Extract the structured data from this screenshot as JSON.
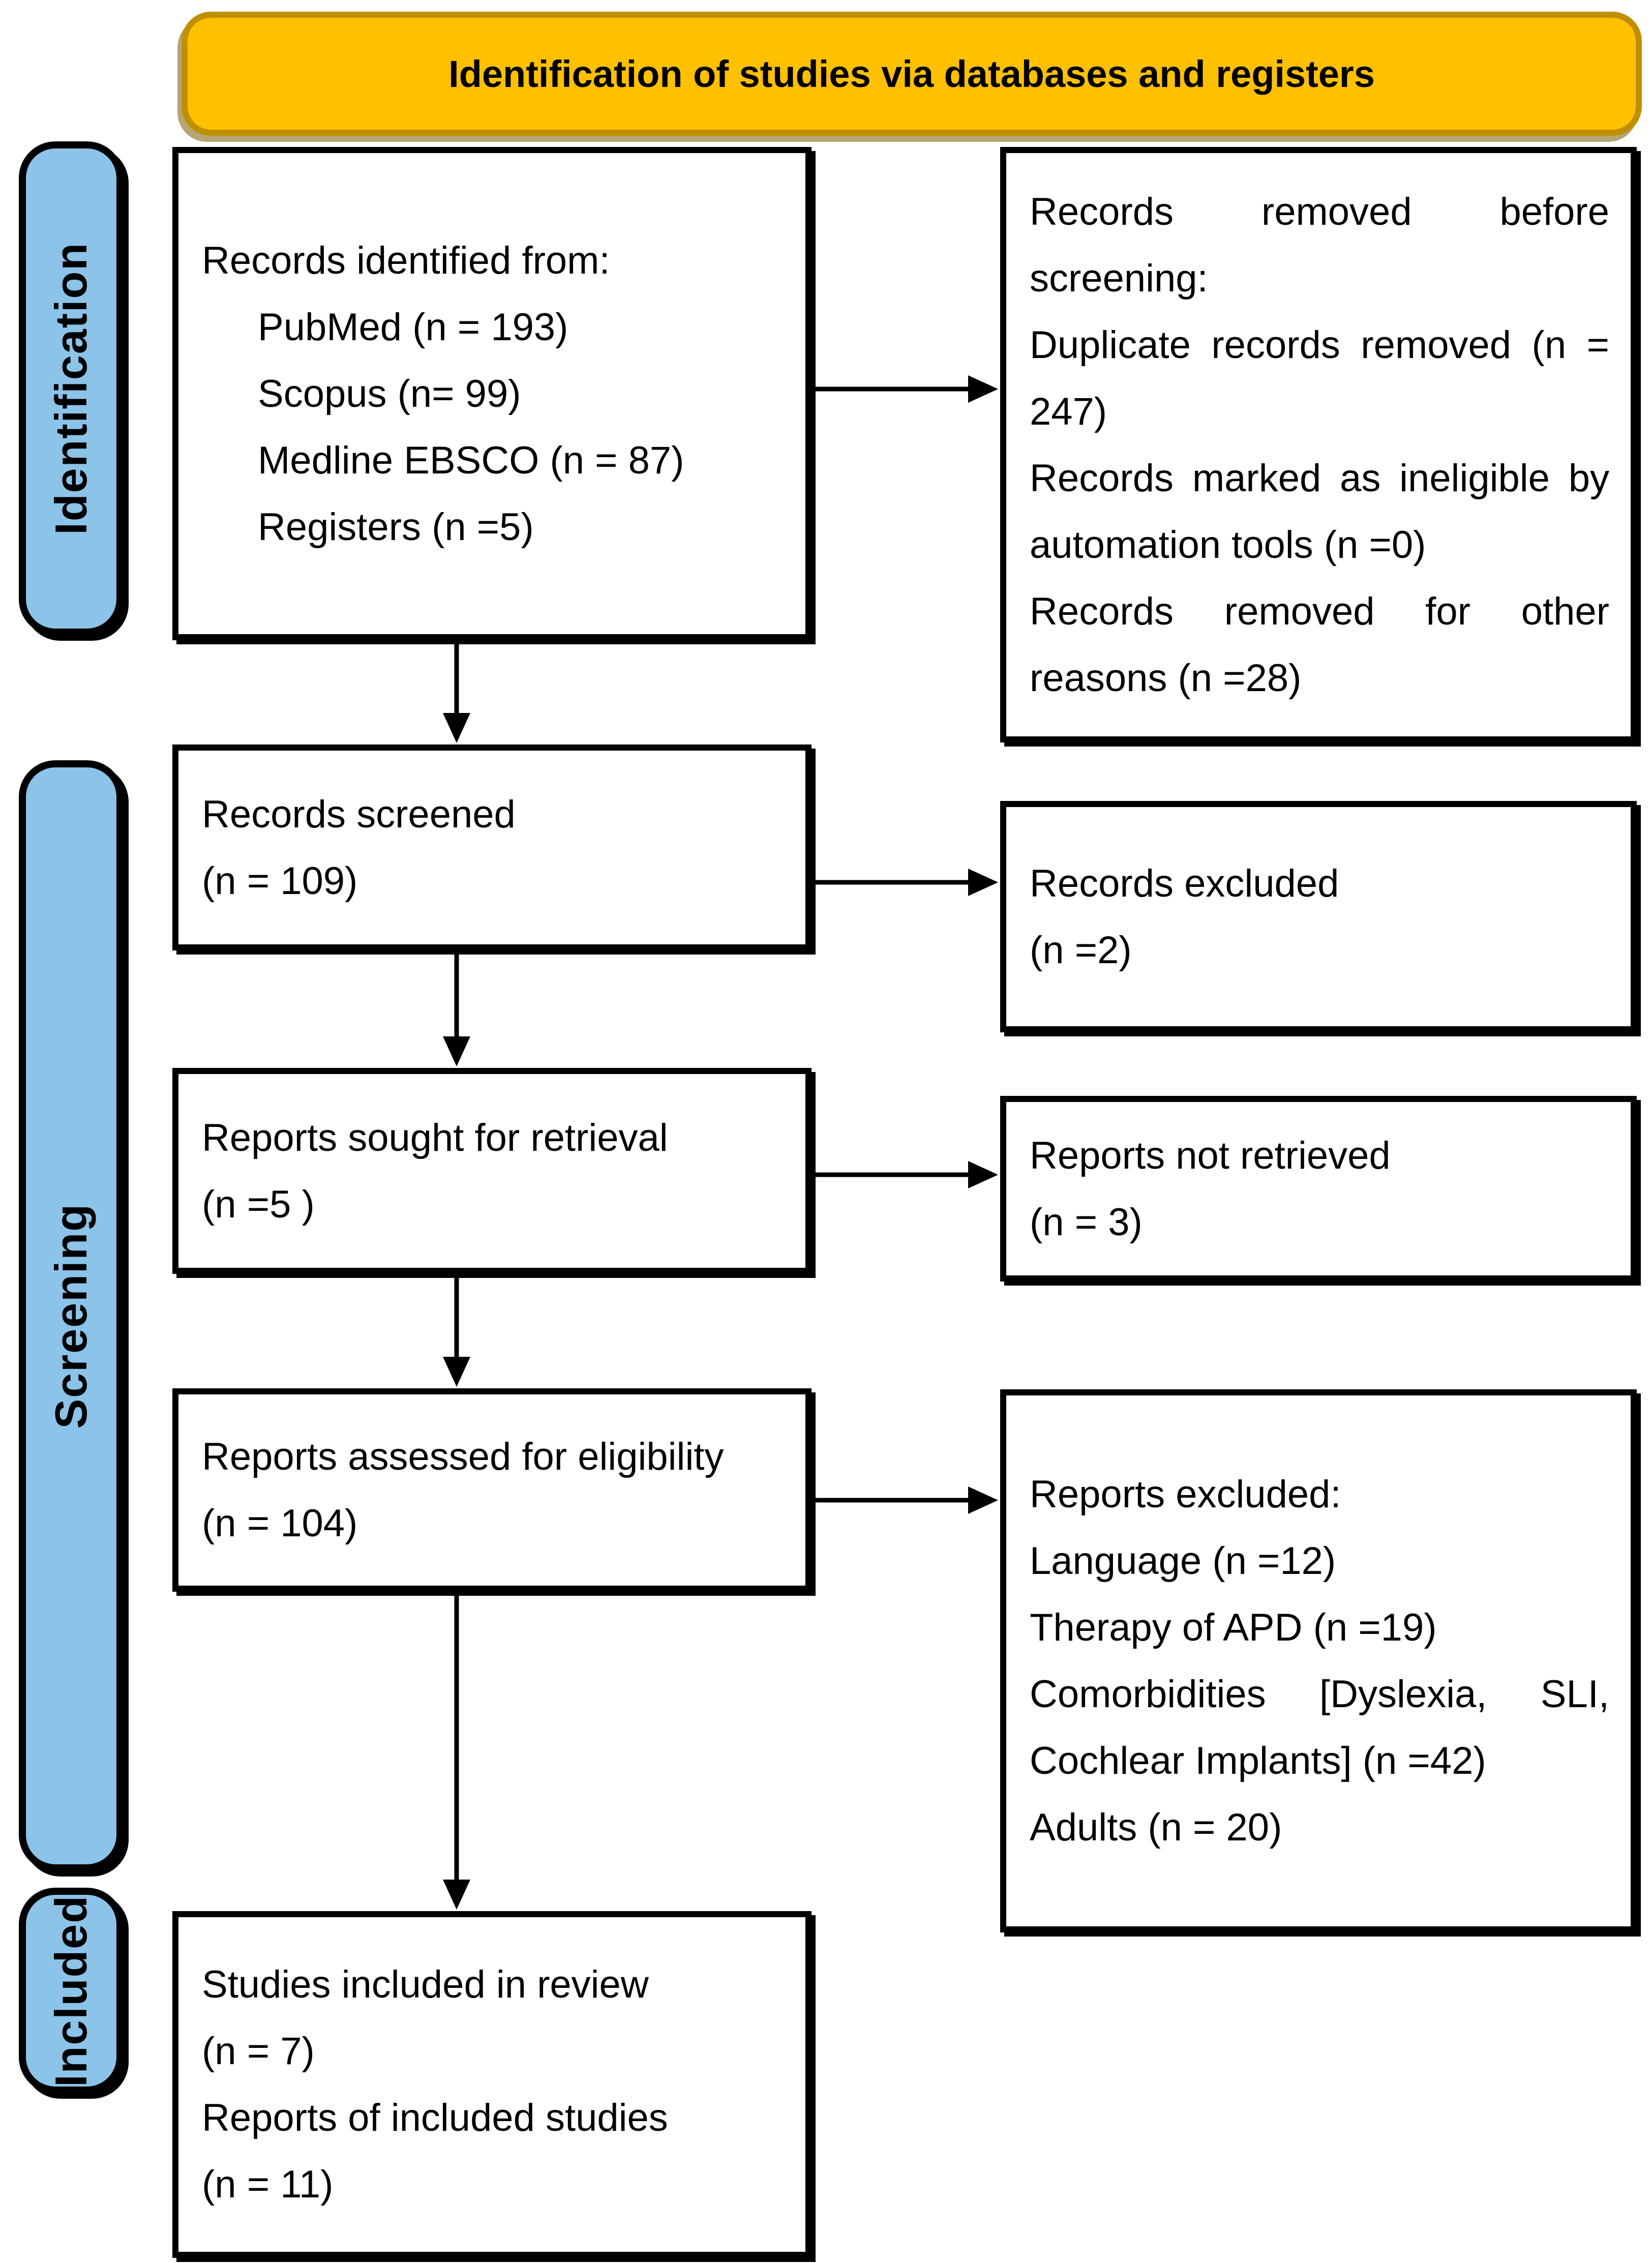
{
  "header": {
    "title": "Identification of studies via databases and registers"
  },
  "sidebar": {
    "identification": "Identification",
    "screening": "Screening",
    "included": "Included"
  },
  "boxes": {
    "records_identified": {
      "title": "Records identified from:",
      "items": [
        "PubMed (n = 193)",
        "Scopus (n= 99)",
        "Medline EBSCO (n = 87)",
        "Registers (n =5)"
      ]
    },
    "records_removed": {
      "title": "Records removed before screening:",
      "items": [
        "Duplicate records removed (n = 247)",
        "Records marked as ineligible by automation tools (n =0)",
        "Records removed for other reasons (n =28)"
      ]
    },
    "records_screened": {
      "lines": [
        "Records screened",
        "(n = 109)"
      ]
    },
    "records_excluded": {
      "lines": [
        "Records excluded",
        "(n =2)"
      ]
    },
    "reports_sought": {
      "lines": [
        "Reports sought for retrieval",
        "(n =5 )"
      ]
    },
    "reports_not_retrieved": {
      "lines": [
        "Reports not retrieved",
        "(n = 3)"
      ]
    },
    "reports_assessed": {
      "lines": [
        "Reports assessed for eligibility",
        "(n = 104)"
      ]
    },
    "reports_excluded": {
      "title": "Reports excluded:",
      "items": [
        "Language (n =12)",
        "Therapy of APD (n =19)",
        "Comorbidities [Dyslexia, SLI, Cochlear Implants] (n =42)",
        "Adults (n = 20)"
      ]
    },
    "studies_included": {
      "lines": [
        "Studies included in review",
        "(n = 7)",
        "Reports of included studies",
        "(n = 11)"
      ]
    }
  },
  "colors": {
    "header_fill": "#FFC000",
    "header_border": "#BF8F00",
    "sidebar_fill": "#8CC3E8",
    "box_border": "#000000",
    "arrow_color": "#000000"
  }
}
